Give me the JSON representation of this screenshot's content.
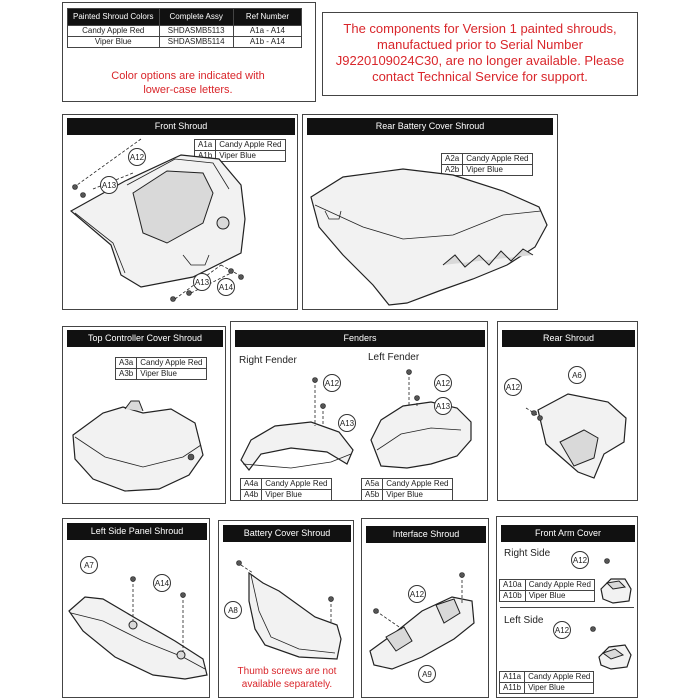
{
  "color_table": {
    "headers": [
      "Painted Shroud Colors",
      "Complete Assy",
      "Ref Number"
    ],
    "rows": [
      [
        "Candy Apple Red",
        "SHDASMB5113",
        "A1a - A14"
      ],
      [
        "Viper Blue",
        "SHDASMB5114",
        "A1b - A14"
      ]
    ],
    "note": "Color options are indicated with lower-case letters."
  },
  "notice": "The components for Version 1 painted shrouds, manufactued prior to Serial Number J9220109024C30, are no longer available. Please contact Technical Service for support.",
  "panels": {
    "front": {
      "title": "Front Shroud",
      "refs": [
        [
          "A1a",
          "Candy Apple Red"
        ],
        [
          "A1b",
          "Viper Blue"
        ]
      ],
      "bubbles": [
        "A12",
        "A13",
        "A13",
        "A14"
      ]
    },
    "rear_battery": {
      "title": "Rear Battery Cover Shroud",
      "refs": [
        [
          "A2a",
          "Candy Apple Red"
        ],
        [
          "A2b",
          "Viper Blue"
        ]
      ]
    },
    "top_controller": {
      "title": "Top Controller Cover Shroud",
      "refs": [
        [
          "A3a",
          "Candy Apple Red"
        ],
        [
          "A3b",
          "Viper Blue"
        ]
      ]
    },
    "fenders": {
      "title": "Fenders",
      "right_label": "Right Fender",
      "left_label": "Left Fender",
      "right_refs": [
        [
          "A4a",
          "Candy Apple Red"
        ],
        [
          "A4b",
          "Viper Blue"
        ]
      ],
      "left_refs": [
        [
          "A5a",
          "Candy Apple Red"
        ],
        [
          "A5b",
          "Viper Blue"
        ]
      ],
      "bubbles": [
        "A12",
        "A13",
        "A12",
        "A13"
      ]
    },
    "rear": {
      "title": "Rear Shroud",
      "bubbles": [
        "A12",
        "A6"
      ]
    },
    "left_side": {
      "title": "Left Side Panel Shroud",
      "bubbles": [
        "A7",
        "A14"
      ]
    },
    "battery_cover": {
      "title": "Battery Cover Shroud",
      "bubbles": [
        "A8"
      ],
      "note": "Thumb screws are not available separately."
    },
    "interface": {
      "title": "Interface Shroud",
      "bubbles": [
        "A12",
        "A9"
      ]
    },
    "front_arm": {
      "title": "Front Arm Cover",
      "right_label": "Right Side",
      "left_label": "Left Side",
      "right_refs": [
        [
          "A10a",
          "Candy Apple Red"
        ],
        [
          "A10b",
          "Viper Blue"
        ]
      ],
      "left_refs": [
        [
          "A11a",
          "Candy Apple Red"
        ],
        [
          "A11b",
          "Viper Blue"
        ]
      ],
      "bubbles": [
        "A12",
        "A12"
      ]
    }
  }
}
